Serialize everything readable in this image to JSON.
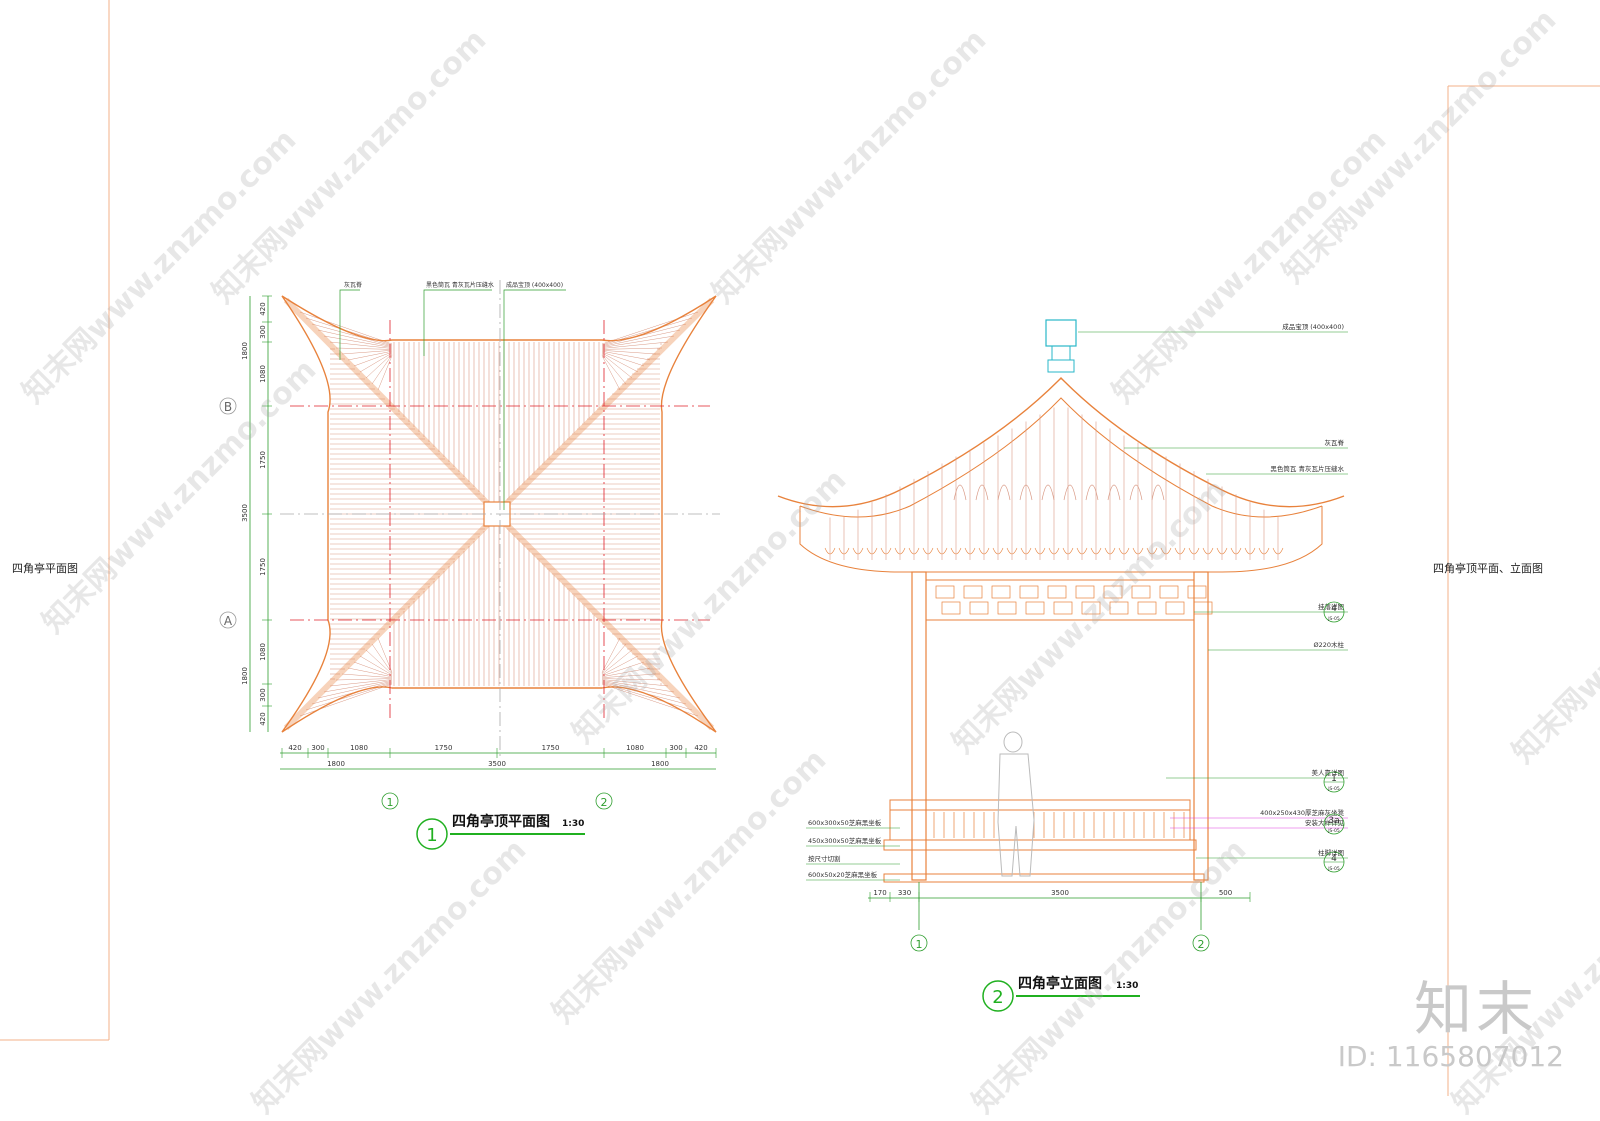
{
  "sheet": {
    "left_title": "四角亭平面图",
    "right_title": "四角亭顶平面、立面图"
  },
  "plan": {
    "title": "四角亭顶平面图",
    "scale": "1:30",
    "badge": "1",
    "axis_letters": [
      "A",
      "B"
    ],
    "axis_numbers": [
      "1",
      "2"
    ],
    "callouts": [
      "灰瓦脊",
      "黑色筒瓦 青灰瓦片压缝水",
      "成品宝顶 (400x400)"
    ],
    "dims_bottom_top": [
      "420",
      "300",
      "1080",
      "1750",
      "1750",
      "1080",
      "300",
      "420"
    ],
    "dims_bottom_total": [
      "1800",
      "3500",
      "1800"
    ],
    "dims_left_segments": [
      "420",
      "300",
      "1080",
      "1750",
      "1750",
      "1080",
      "300",
      "420"
    ],
    "dims_left_total": [
      "1800",
      "3500",
      "1800"
    ]
  },
  "elevation": {
    "title": "四角亭立面图",
    "scale": "1:30",
    "badge": "2",
    "axis_numbers": [
      "1",
      "2"
    ],
    "callouts_right": [
      "成品宝顶 (400x400)",
      "灰瓦脊",
      "黑色筒瓦 青灰瓦片压缝水",
      "挂落详图",
      "Ø220木柱",
      "美人靠详图",
      "400x250x430厚芝麻灰坐凳",
      "安装大样详见",
      "柱脚详图"
    ],
    "detail_refs": [
      {
        "num": "4",
        "sheet": "JS-05"
      },
      {
        "num": "1",
        "sheet": "JS-05"
      },
      {
        "num": "3a",
        "sheet": "JS-05"
      },
      {
        "num": "4",
        "sheet": "JS-05"
      }
    ],
    "callouts_left": [
      "600x300x50芝麻黑坐板",
      "450x300x50芝麻黑坐板",
      "按尺寸切割",
      "600x50x20芝麻黑坐板"
    ],
    "dims_bottom": [
      "170",
      "330",
      "3500",
      "500"
    ]
  },
  "watermark": {
    "text": "知末网www.znzmo.com",
    "brand": "知末",
    "id": "ID: 1165807012"
  },
  "colors": {
    "line": "#e8823c",
    "roof": "#d99a86",
    "grid": "#e0202a",
    "dim": "#2e9e2e",
    "badge": "#20b020",
    "magenta": "#e040e0"
  }
}
